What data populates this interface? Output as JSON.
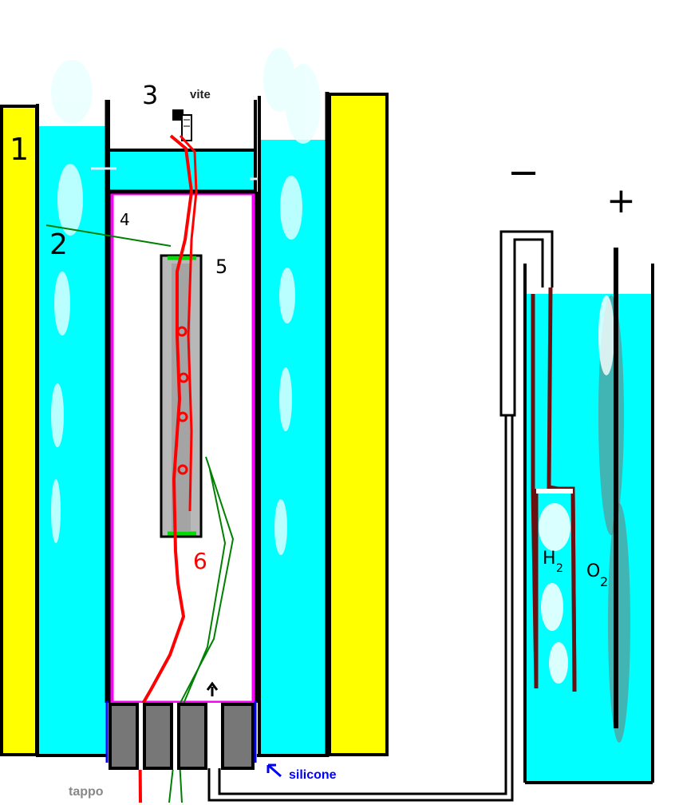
{
  "labels": {
    "n1": "1",
    "n2": "2",
    "n3": "3",
    "n4": "4",
    "n5": "5",
    "n6": "6",
    "vite": "vite",
    "tappo": "tappo",
    "silicone": "silicone",
    "minus": "−",
    "plus": "+",
    "h2": "H",
    "h2_sub": "2",
    "o2": "O",
    "o2_sub": "2"
  },
  "colors": {
    "yellow": "#ffff00",
    "cyan": "#00ffff",
    "magenta": "#ff00ff",
    "red": "#ff0000",
    "green": "#00c000",
    "dark_green": "#008000",
    "gray": "#888888",
    "dark_red": "#7a1010",
    "blue": "#0000ff",
    "black": "#000000"
  }
}
